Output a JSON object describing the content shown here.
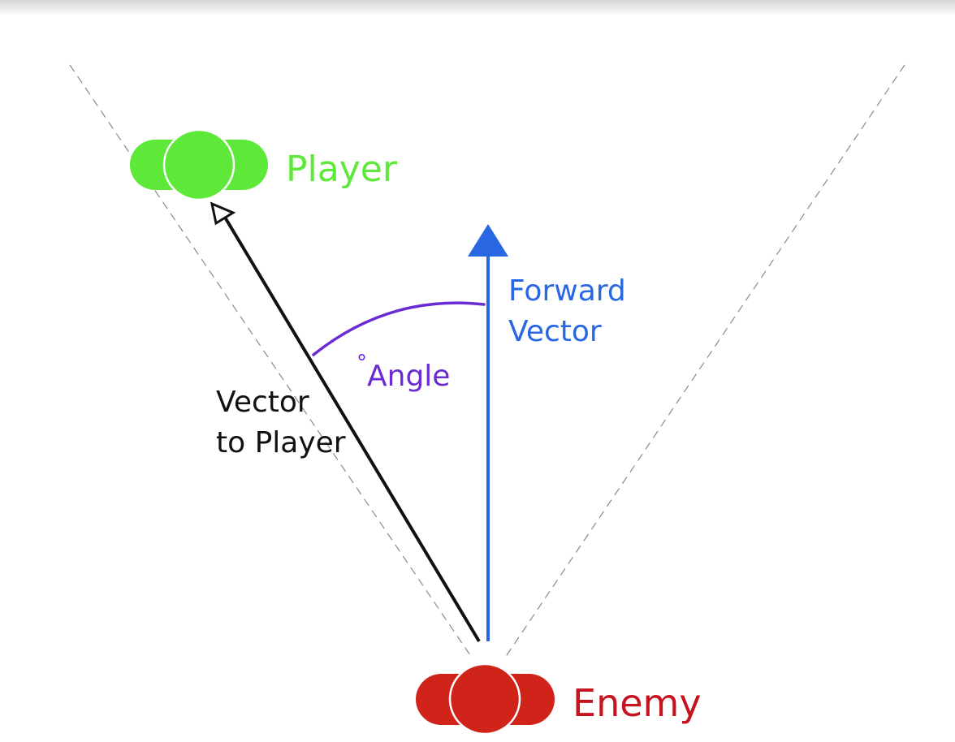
{
  "labels": {
    "player": "Player",
    "enemy": "Enemy",
    "forward_vector_line1": "Forward",
    "forward_vector_line2": "Vector",
    "vector_to_player_line1": "Vector",
    "vector_to_player_line2": "to Player",
    "angle_degree_symbol": "°",
    "angle": "Angle"
  },
  "colors": {
    "player": "#5de83a",
    "enemy": "#d0231a",
    "enemy_label": "#c5131f",
    "forward_vector": "#2866e2",
    "angle": "#6a2bd3",
    "vector_to_player": "#111111",
    "view_cone": "#888888"
  },
  "icons": {
    "player": "capsule-character-icon",
    "enemy": "capsule-character-icon"
  }
}
